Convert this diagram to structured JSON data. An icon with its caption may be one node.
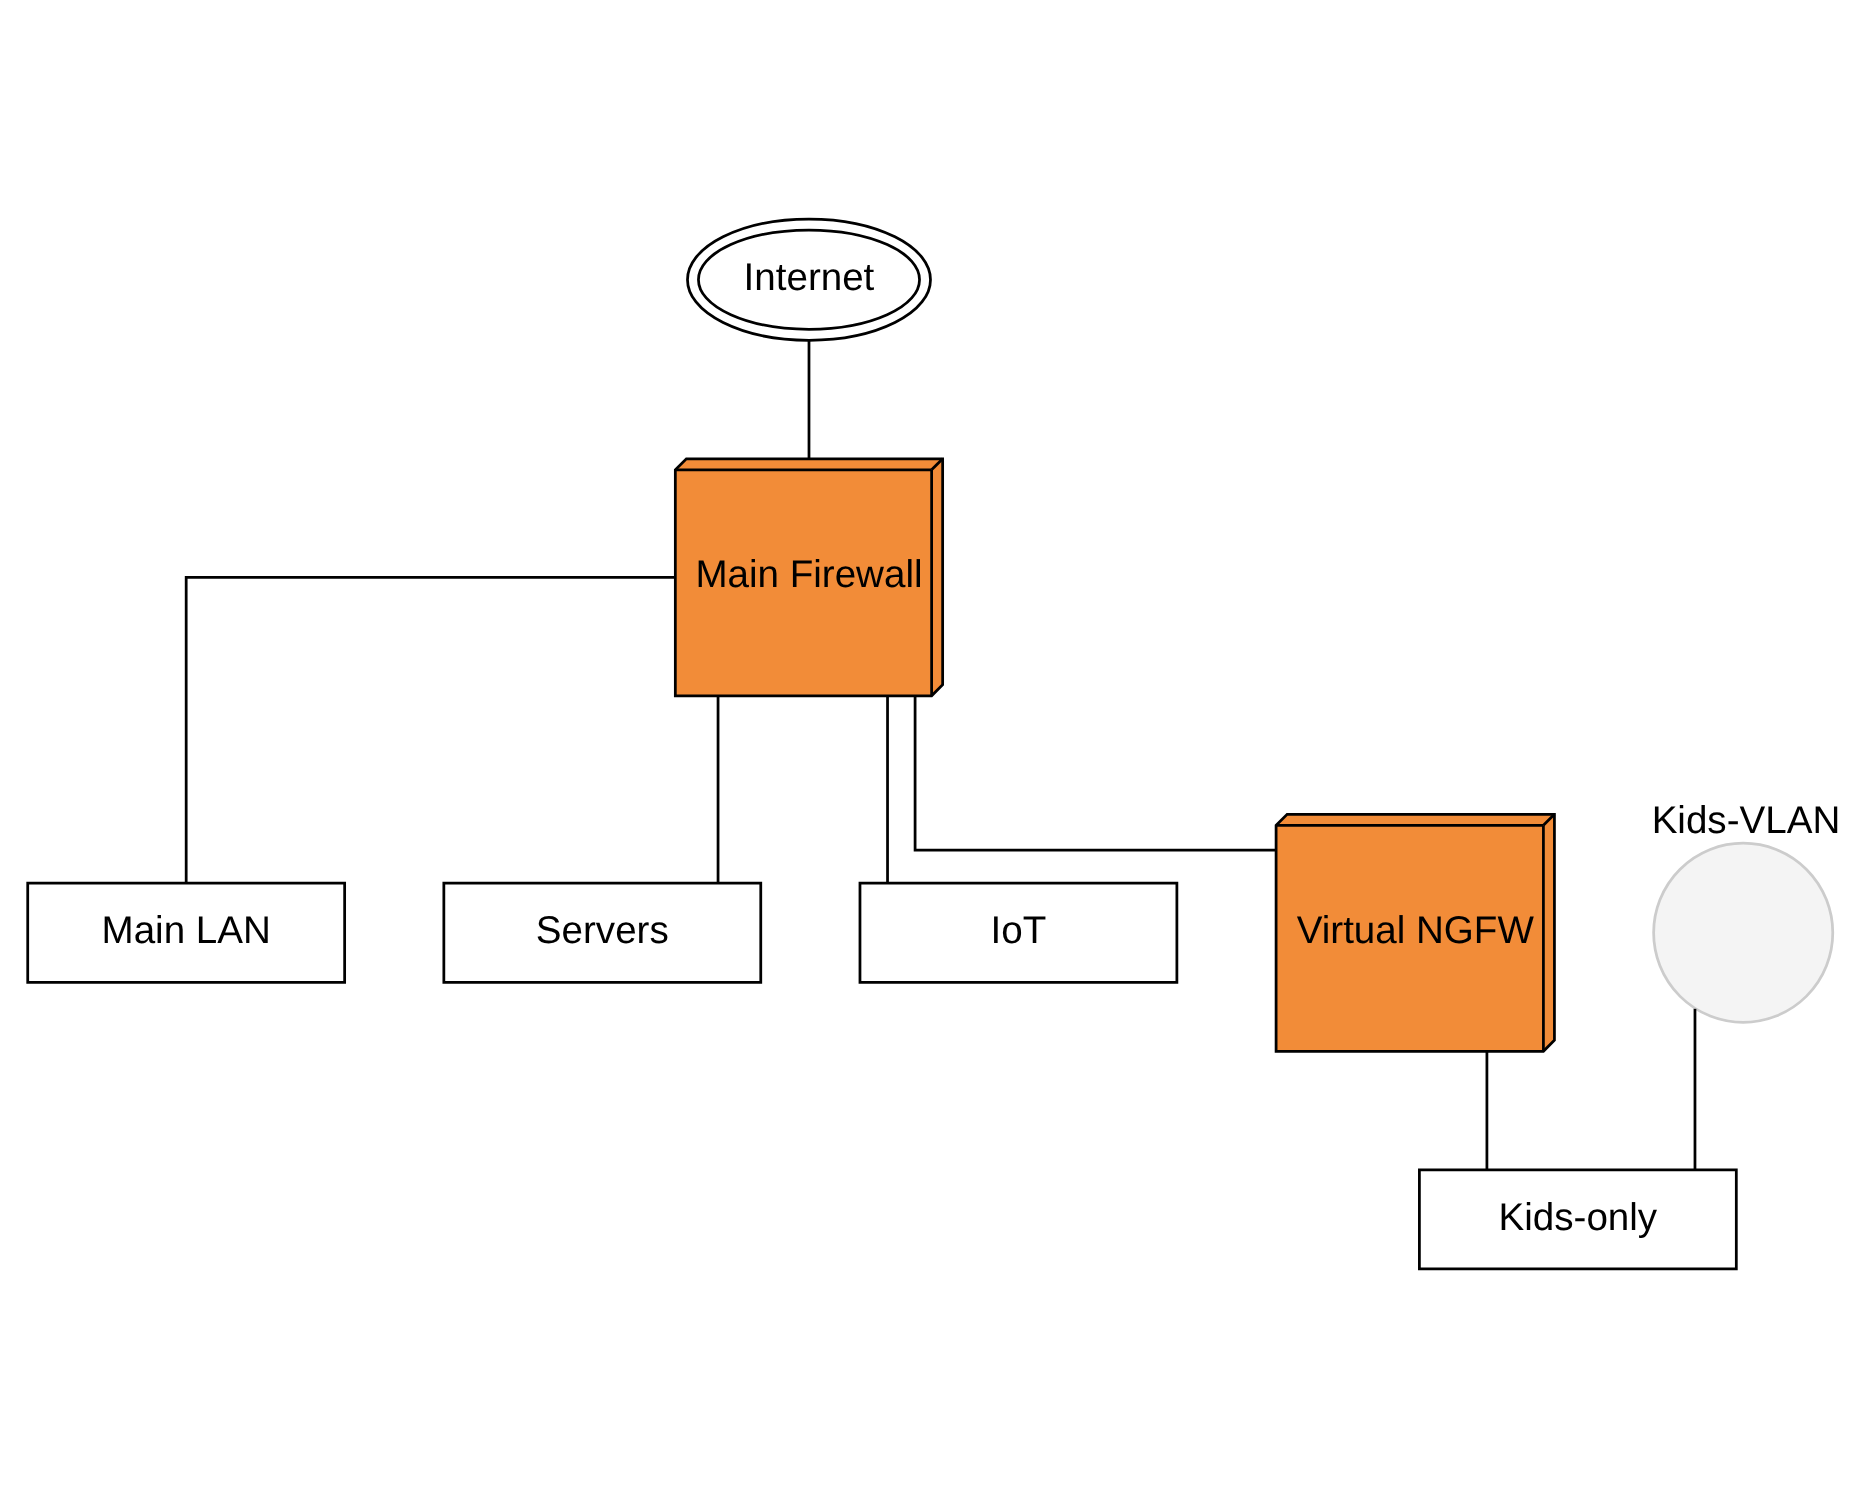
{
  "diagram": {
    "nodes": [
      {
        "text": [
          "Internet"
        ]
      },
      {
        "text": [
          "Main Firewall"
        ]
      },
      {
        "text": [
          "Main LAN"
        ]
      },
      {
        "text": [
          "Servers"
        ]
      },
      {
        "text": [
          "IoT"
        ]
      },
      {
        "text": [
          "Virtual NGFW"
        ]
      },
      {
        "text": [
          "Kids-only"
        ]
      },
      {
        "text": [],
        "shape": "picture",
        "beside": [
          "Kids-VLAN"
        ]
      }
    ],
    "edges": [
      {
        "from": 0,
        "to": 1,
        "arrow": "none"
      },
      {
        "from": 1,
        "to": 2,
        "arrow": "none"
      },
      {
        "from": 1,
        "to": 3,
        "arrow": "none"
      },
      {
        "from": 1,
        "to": 4,
        "arrow": "none"
      },
      {
        "from": 1,
        "to": 5,
        "arrow": "none"
      },
      {
        "from": 5,
        "to": 6,
        "arrow": "none"
      },
      {
        "from": 7,
        "to": 6,
        "arrow": "none"
      }
    ]
  }
}
